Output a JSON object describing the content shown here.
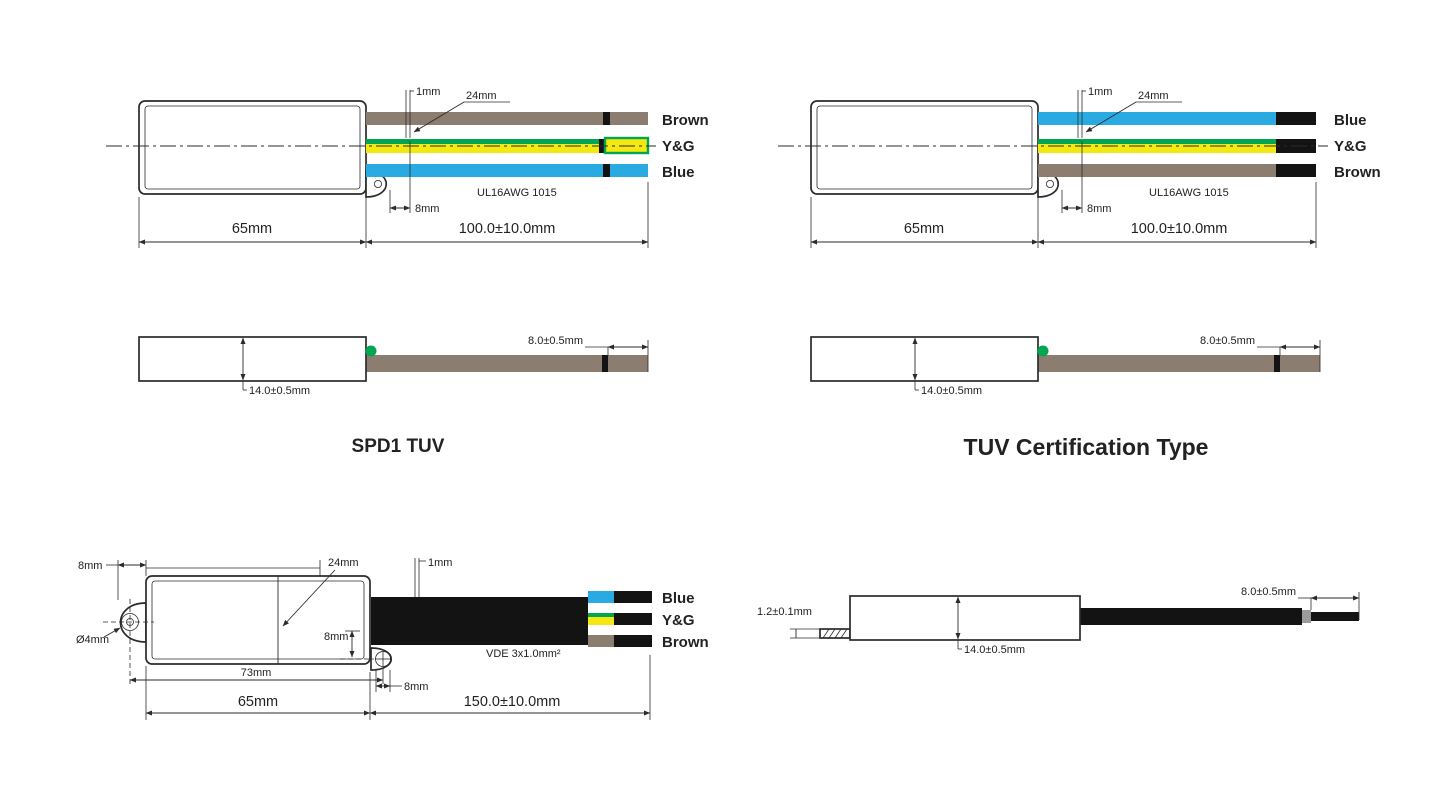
{
  "colors": {
    "line": "#2b2b2b",
    "brown": "#8b7d70",
    "yellow": "#f4e813",
    "green": "#00a651",
    "blue": "#29abe2",
    "black": "#131313",
    "gray": "#9b9b9b"
  },
  "titles": {
    "left": "SPD1 TUV",
    "right": "TUV Certification Type"
  },
  "top_left": {
    "dim_1mm": "1mm",
    "dim_24mm": "24mm",
    "dim_8mm": "8mm",
    "spec": "UL16AWG 1015",
    "dim_body": "65mm",
    "dim_wire": "100.0±10.0mm",
    "wire_top": "Brown",
    "wire_mid": "Y&G",
    "wire_bottom": "Blue"
  },
  "top_right": {
    "dim_1mm": "1mm",
    "dim_24mm": "24mm",
    "dim_8mm": "8mm",
    "spec": "UL16AWG 1015",
    "dim_body": "65mm",
    "dim_wire": "100.0±10.0mm",
    "wire_top": "Blue",
    "wire_mid": "Y&G",
    "wire_bottom": "Brown"
  },
  "side_left": {
    "dim_height": "14.0±0.5mm",
    "dim_tip": "8.0±0.5mm"
  },
  "side_right": {
    "dim_height": "14.0±0.5mm",
    "dim_tip": "8.0±0.5mm"
  },
  "bottom_left": {
    "dim_ear": "8mm",
    "dim_24mm": "24mm",
    "dim_1mm": "1mm",
    "dim_hole": "Ø4mm",
    "dim_seam_8mm": "8mm",
    "dim_tab_8mm": "8mm",
    "dim_holes": "73mm",
    "dim_body": "65mm",
    "dim_cable": "150.0±10.0mm",
    "spec": "VDE 3x1.0mm²",
    "wire_top": "Blue",
    "wire_mid": "Y&G",
    "wire_bottom": "Brown"
  },
  "bottom_right": {
    "dim_thickness": "1.2±0.1mm",
    "dim_height": "14.0±0.5mm",
    "dim_tip": "8.0±0.5mm"
  }
}
